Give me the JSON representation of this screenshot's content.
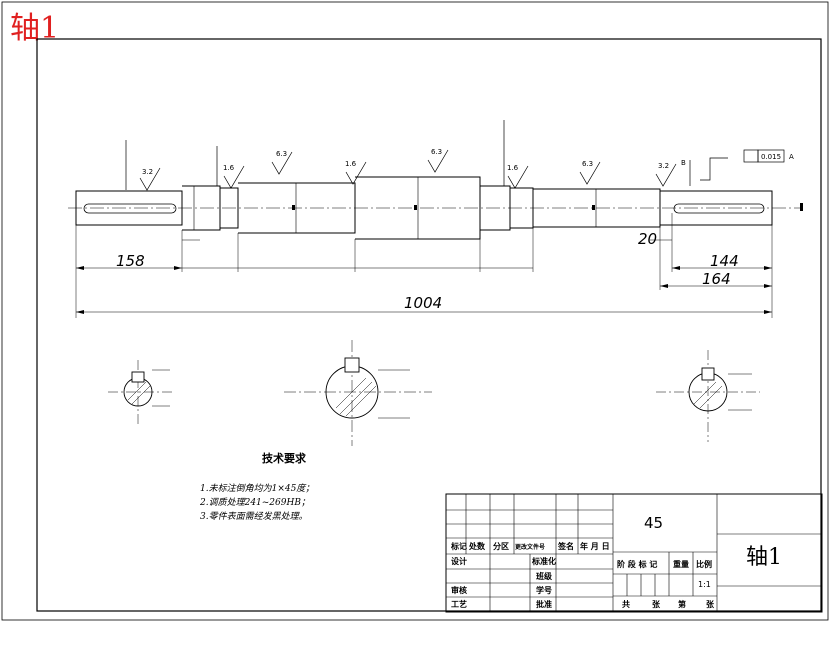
{
  "sheet_title": "轴1",
  "dimensions": {
    "d158": "158",
    "d1004": "1004",
    "d144": "144",
    "d164": "164",
    "d20": "20"
  },
  "roughness": {
    "r1": "3.2",
    "r2": "1.6",
    "r3": "6.3",
    "r4": "1.6",
    "r5": "6.3",
    "r6": "1.6",
    "r7": "6.3",
    "r8": "3.2"
  },
  "datum": {
    "label": "B",
    "tolerance": "0.015",
    "ref": "A"
  },
  "technical_requirements": {
    "title": "技术要求",
    "items": [
      "1.未标注倒角均为1×45度；",
      "2.调质处理241~269HB；",
      "3.零件表面需经发黑处理。"
    ]
  },
  "title_block": {
    "material": "45",
    "part_name": "轴1",
    "scale": "1:1",
    "header_cells": [
      "标记",
      "处数",
      "分区",
      "更改文件号",
      "签名",
      "年 月 日"
    ],
    "rows": [
      {
        "left": "设计",
        "mid": "标准化"
      },
      {
        "left": "",
        "mid": "班级"
      },
      {
        "left": "审核",
        "mid": "学号"
      },
      {
        "left": "工艺",
        "mid": "批准"
      }
    ],
    "stage_header": [
      "阶 段 标 记",
      "重量",
      "比例"
    ],
    "footer": [
      "共",
      "张",
      "第",
      "张"
    ]
  }
}
